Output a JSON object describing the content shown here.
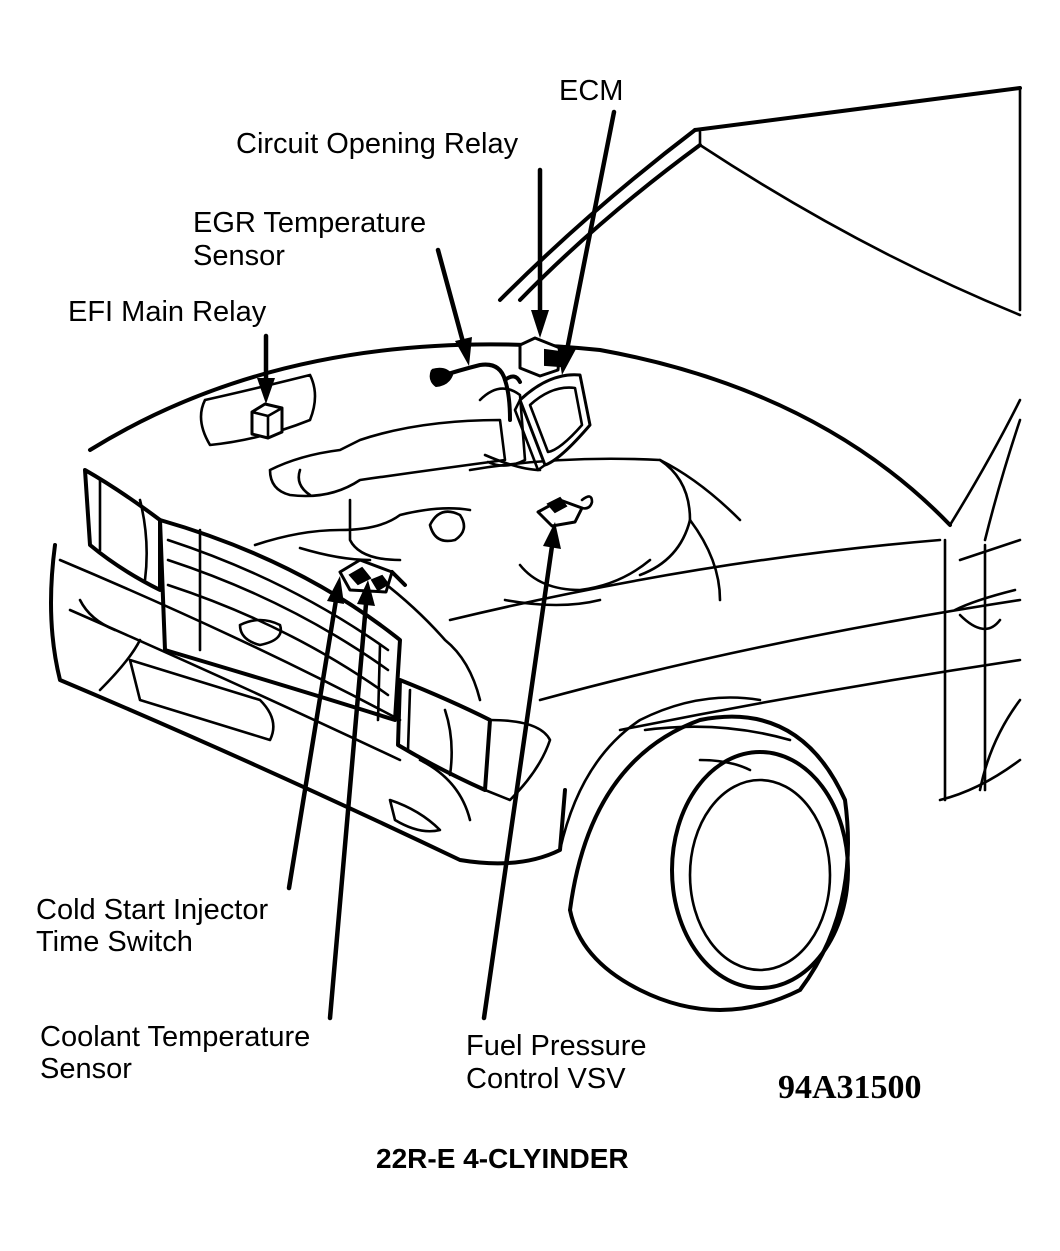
{
  "labels": {
    "ecm": "ECM",
    "circuit_opening_relay": "Circuit Opening Relay",
    "egr_temp_line1": "EGR Temperature",
    "egr_temp_line2": "Sensor",
    "efi_main_relay": "EFI Main Relay",
    "cold_start_line1": "Cold Start Injector",
    "cold_start_line2": "Time Switch",
    "coolant_temp_line1": "Coolant Temperature",
    "coolant_temp_line2": "Sensor",
    "fuel_pressure_line1": "Fuel Pressure",
    "fuel_pressure_line2": "Control VSV"
  },
  "figure_code": "94A31500",
  "caption": "22R-E 4-CLYINDER"
}
